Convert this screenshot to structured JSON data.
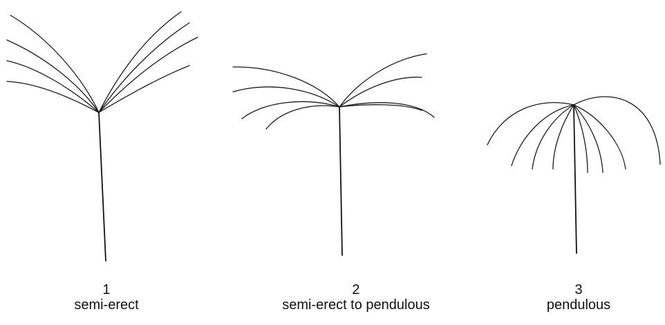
{
  "panels": [
    {
      "number": "1",
      "label": "semi-erect"
    },
    {
      "number": "2",
      "label": "semi-erect to pendulous"
    },
    {
      "number": "3",
      "label": "pendulous"
    }
  ],
  "colors": {
    "ink": "#111111",
    "background": "#ffffff"
  }
}
